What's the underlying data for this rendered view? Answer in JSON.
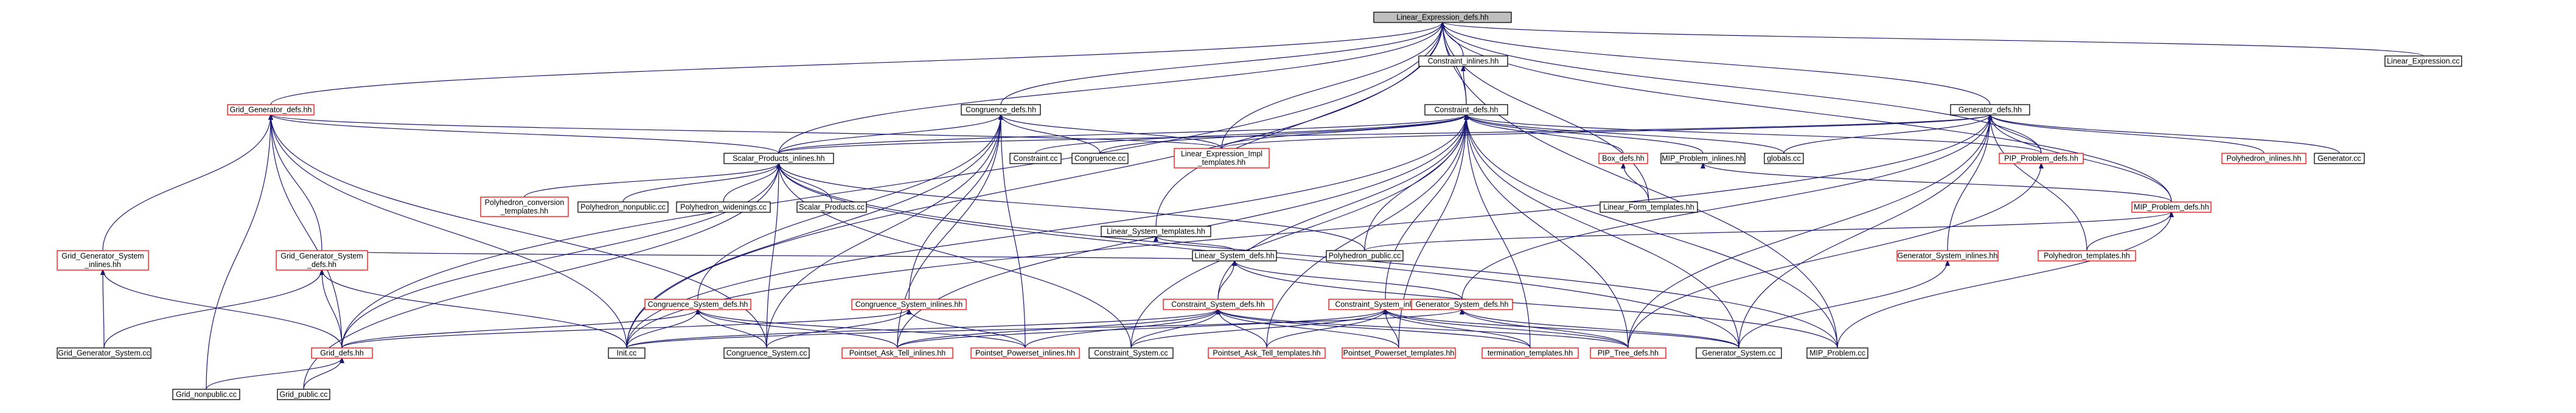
{
  "diagram": {
    "nodes": [
      {
        "id": "n0",
        "label": "Linear_Expression_defs.hh",
        "root": true
      },
      {
        "id": "n1",
        "label": "Linear_Expression.cc"
      },
      {
        "id": "n2",
        "label": "Constraint_inlines.hh"
      },
      {
        "id": "n3",
        "label": "Grid_Generator_defs.hh",
        "red": true
      },
      {
        "id": "n4",
        "label": "Congruence_defs.hh"
      },
      {
        "id": "n5",
        "label": "Generator_defs.hh"
      },
      {
        "id": "n6",
        "label": "Constraint_defs.hh"
      },
      {
        "id": "n7",
        "label": "Scalar_Products_inlines.hh"
      },
      {
        "id": "n8",
        "label": "Constraint.cc"
      },
      {
        "id": "n9",
        "label": "Congruence.cc"
      },
      {
        "id": "n10",
        "label": "Linear_Expression_Impl\n_templates.hh",
        "red": true
      },
      {
        "id": "n11",
        "label": "Box_defs.hh",
        "red": true
      },
      {
        "id": "n12",
        "label": "MIP_Problem_inlines.hh"
      },
      {
        "id": "n13",
        "label": "globals.cc"
      },
      {
        "id": "n14",
        "label": "PIP_Problem_defs.hh",
        "red": true
      },
      {
        "id": "n15",
        "label": "Polyhedron_inlines.hh",
        "red": true
      },
      {
        "id": "n16",
        "label": "Generator.cc"
      },
      {
        "id": "n17",
        "label": "Polyhedron_conversion\n_templates.hh",
        "red": true
      },
      {
        "id": "n18",
        "label": "Polyhedron_nonpublic.cc"
      },
      {
        "id": "n19",
        "label": "Polyhedron_widenings.cc"
      },
      {
        "id": "n20",
        "label": "Scalar_Products.cc"
      },
      {
        "id": "n21",
        "label": "Linear_Form_templates.hh"
      },
      {
        "id": "n22",
        "label": "MIP_Problem_defs.hh",
        "red": true
      },
      {
        "id": "n23",
        "label": "Linear_System_templates.hh"
      },
      {
        "id": "n24",
        "label": "Polyhedron_public.cc"
      },
      {
        "id": "n25",
        "label": "Generator_System_inlines.hh",
        "red": true
      },
      {
        "id": "n26",
        "label": "Polyhedron_templates.hh",
        "red": true
      },
      {
        "id": "n27",
        "label": "Linear_System_defs.hh"
      },
      {
        "id": "n28",
        "label": "Grid_Generator_System\n_inlines.hh",
        "red": true
      },
      {
        "id": "n29",
        "label": "Grid_Generator_System\n_defs.hh",
        "red": true
      },
      {
        "id": "n30",
        "label": "Congruence_System_defs.hh",
        "red": true
      },
      {
        "id": "n31",
        "label": "Congruence_System_inlines.hh",
        "red": true
      },
      {
        "id": "n32",
        "label": "Constraint_System_defs.hh",
        "red": true
      },
      {
        "id": "n33",
        "label": "Constraint_System_inlines.hh",
        "red": true
      },
      {
        "id": "n34",
        "label": "Generator_System_defs.hh",
        "red": true
      },
      {
        "id": "n35",
        "label": "Grid_Generator_System.cc"
      },
      {
        "id": "n36",
        "label": "Grid_defs.hh",
        "red": true
      },
      {
        "id": "n37",
        "label": "Init.cc"
      },
      {
        "id": "n38",
        "label": "Congruence_System.cc"
      },
      {
        "id": "n39",
        "label": "Pointset_Ask_Tell_inlines.hh",
        "red": true
      },
      {
        "id": "n40",
        "label": "Pointset_Powerset_inlines.hh",
        "red": true
      },
      {
        "id": "n41",
        "label": "Constraint_System.cc"
      },
      {
        "id": "n42",
        "label": "Pointset_Ask_Tell_templates.hh",
        "red": true
      },
      {
        "id": "n43",
        "label": "Pointset_Powerset_templates.hh",
        "red": true
      },
      {
        "id": "n44",
        "label": "termination_templates.hh",
        "red": true
      },
      {
        "id": "n45",
        "label": "PIP_Tree_defs.hh",
        "red": true
      },
      {
        "id": "n46",
        "label": "Generator_System.cc"
      },
      {
        "id": "n47",
        "label": "MIP_Problem.cc"
      },
      {
        "id": "n48",
        "label": "Grid_nonpublic.cc"
      },
      {
        "id": "n49",
        "label": "Grid_public.cc"
      }
    ],
    "edges": [
      [
        "n0",
        "n1"
      ],
      [
        "n0",
        "n2"
      ],
      [
        "n0",
        "n3"
      ],
      [
        "n0",
        "n4"
      ],
      [
        "n0",
        "n5"
      ],
      [
        "n0",
        "n6"
      ],
      [
        "n0",
        "n7"
      ],
      [
        "n0",
        "n10"
      ],
      [
        "n0",
        "n14"
      ],
      [
        "n0",
        "n21"
      ],
      [
        "n0",
        "n22"
      ],
      [
        "n0",
        "n23"
      ],
      [
        "n0",
        "n36"
      ],
      [
        "n0",
        "n37"
      ],
      [
        "n0",
        "n47"
      ],
      [
        "n2",
        "n6"
      ],
      [
        "n3",
        "n7"
      ],
      [
        "n3",
        "n10"
      ],
      [
        "n3",
        "n28"
      ],
      [
        "n3",
        "n29"
      ],
      [
        "n3",
        "n36"
      ],
      [
        "n3",
        "n37"
      ],
      [
        "n3",
        "n38"
      ],
      [
        "n3",
        "n48"
      ],
      [
        "n4",
        "n7"
      ],
      [
        "n4",
        "n9"
      ],
      [
        "n4",
        "n10"
      ],
      [
        "n4",
        "n30"
      ],
      [
        "n4",
        "n31"
      ],
      [
        "n4",
        "n37"
      ],
      [
        "n4",
        "n39"
      ],
      [
        "n4",
        "n40"
      ],
      [
        "n4",
        "n38"
      ],
      [
        "n5",
        "n7"
      ],
      [
        "n5",
        "n10"
      ],
      [
        "n5",
        "n13"
      ],
      [
        "n5",
        "n14"
      ],
      [
        "n5",
        "n15"
      ],
      [
        "n5",
        "n16"
      ],
      [
        "n5",
        "n22"
      ],
      [
        "n5",
        "n25"
      ],
      [
        "n5",
        "n26"
      ],
      [
        "n5",
        "n34"
      ],
      [
        "n5",
        "n37"
      ],
      [
        "n5",
        "n46"
      ],
      [
        "n5",
        "n45"
      ],
      [
        "n6",
        "n7"
      ],
      [
        "n6",
        "n8"
      ],
      [
        "n6",
        "n9"
      ],
      [
        "n6",
        "n10"
      ],
      [
        "n6",
        "n11"
      ],
      [
        "n6",
        "n12"
      ],
      [
        "n6",
        "n13"
      ],
      [
        "n6",
        "n14"
      ],
      [
        "n6",
        "n24"
      ],
      [
        "n6",
        "n32"
      ],
      [
        "n6",
        "n33"
      ],
      [
        "n6",
        "n37"
      ],
      [
        "n6",
        "n39"
      ],
      [
        "n6",
        "n41"
      ],
      [
        "n6",
        "n42"
      ],
      [
        "n6",
        "n43"
      ],
      [
        "n6",
        "n44"
      ],
      [
        "n6",
        "n45"
      ],
      [
        "n6",
        "n46"
      ],
      [
        "n6",
        "n47"
      ],
      [
        "n7",
        "n17"
      ],
      [
        "n7",
        "n18"
      ],
      [
        "n7",
        "n19"
      ],
      [
        "n7",
        "n20"
      ],
      [
        "n7",
        "n24"
      ],
      [
        "n7",
        "n36"
      ],
      [
        "n7",
        "n38"
      ],
      [
        "n7",
        "n41"
      ],
      [
        "n7",
        "n46"
      ],
      [
        "n7",
        "n47"
      ],
      [
        "n7",
        "n49"
      ],
      [
        "n11",
        "n21"
      ],
      [
        "n12",
        "n22"
      ],
      [
        "n14",
        "n45"
      ],
      [
        "n22",
        "n24"
      ],
      [
        "n22",
        "n26"
      ],
      [
        "n22",
        "n47"
      ],
      [
        "n23",
        "n27"
      ],
      [
        "n25",
        "n46"
      ],
      [
        "n27",
        "n29"
      ],
      [
        "n27",
        "n32"
      ],
      [
        "n27",
        "n34"
      ],
      [
        "n27",
        "n47"
      ],
      [
        "n28",
        "n35"
      ],
      [
        "n28",
        "n36"
      ],
      [
        "n29",
        "n35"
      ],
      [
        "n29",
        "n36"
      ],
      [
        "n29",
        "n37"
      ],
      [
        "n30",
        "n36"
      ],
      [
        "n30",
        "n37"
      ],
      [
        "n30",
        "n38"
      ],
      [
        "n30",
        "n39"
      ],
      [
        "n30",
        "n40"
      ],
      [
        "n31",
        "n36"
      ],
      [
        "n31",
        "n38"
      ],
      [
        "n31",
        "n40"
      ],
      [
        "n32",
        "n37"
      ],
      [
        "n32",
        "n39"
      ],
      [
        "n32",
        "n40"
      ],
      [
        "n32",
        "n41"
      ],
      [
        "n32",
        "n42"
      ],
      [
        "n32",
        "n43"
      ],
      [
        "n32",
        "n44"
      ],
      [
        "n32",
        "n45"
      ],
      [
        "n33",
        "n39"
      ],
      [
        "n33",
        "n41"
      ],
      [
        "n33",
        "n42"
      ],
      [
        "n33",
        "n43"
      ],
      [
        "n33",
        "n44"
      ],
      [
        "n33",
        "n45"
      ],
      [
        "n33",
        "n46"
      ],
      [
        "n34",
        "n37"
      ],
      [
        "n34",
        "n45"
      ],
      [
        "n34",
        "n46"
      ],
      [
        "n36",
        "n48"
      ],
      [
        "n36",
        "n49"
      ]
    ]
  }
}
